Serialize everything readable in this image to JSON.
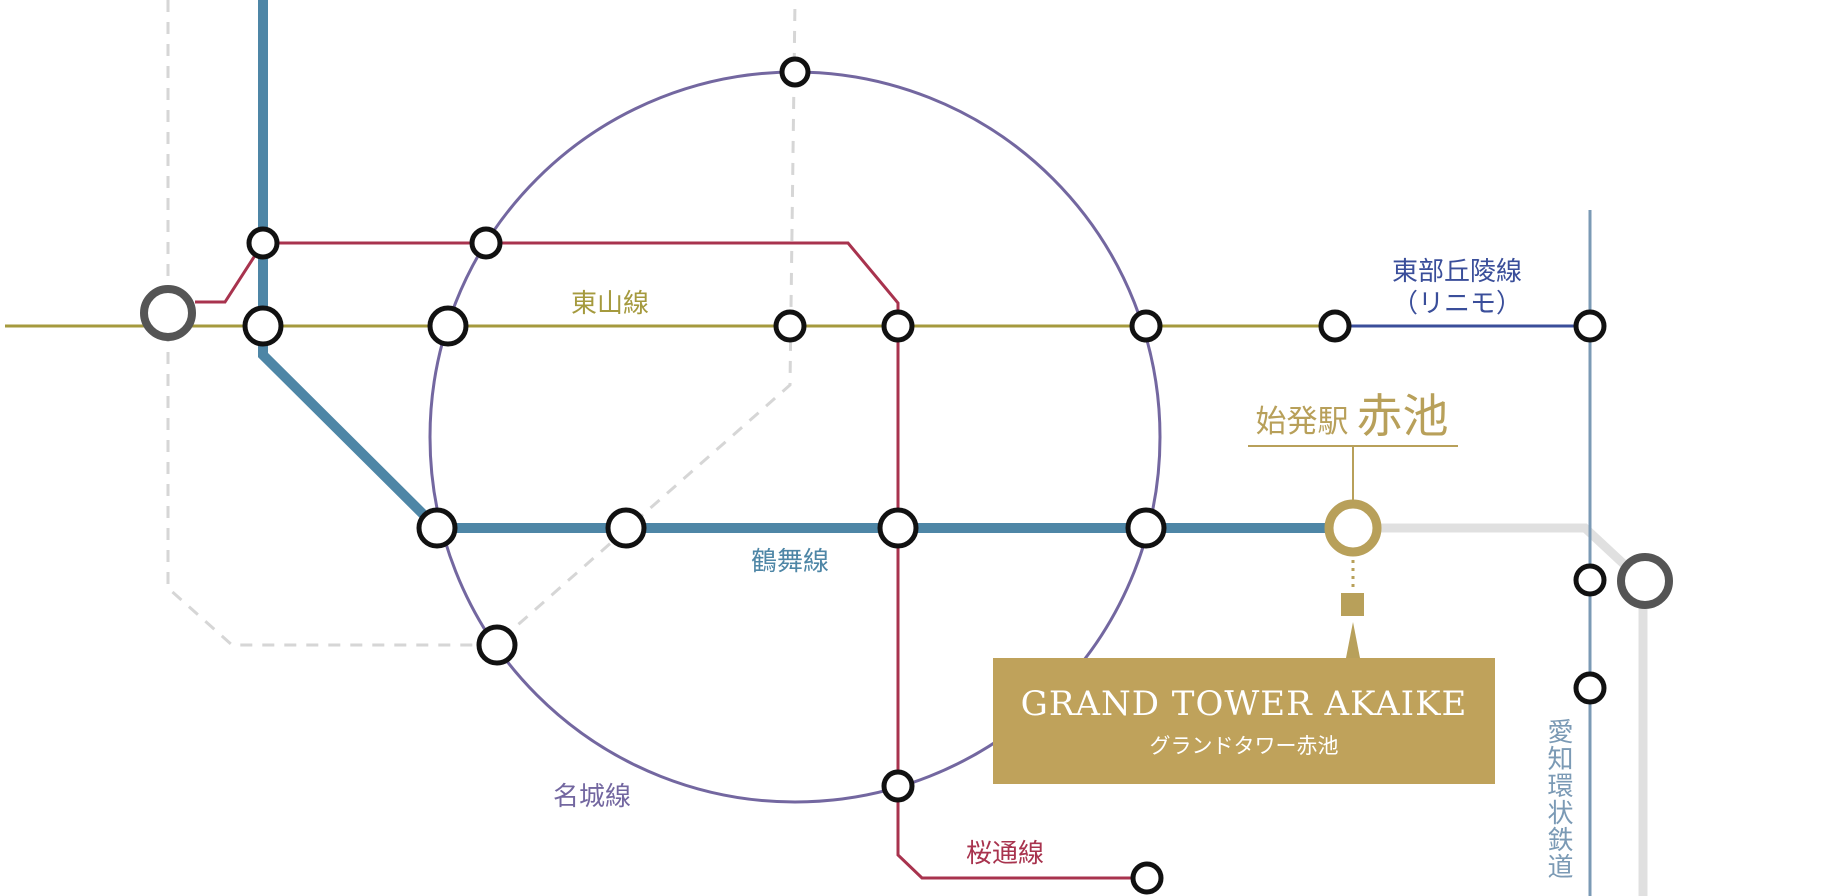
{
  "lines": {
    "higashiyama": {
      "label": "東山線",
      "color": "#a59a3e"
    },
    "tsurumai": {
      "label": "鶴舞線",
      "color": "#4e86a6"
    },
    "meijo": {
      "label": "名城線",
      "color": "#7367a0"
    },
    "sakuradori": {
      "label": "桜通線",
      "color": "#a8334e"
    },
    "tobukyuryo": {
      "label_line1": "東部丘陵線",
      "label_line2": "（リニモ）",
      "color": "#3a4e9a"
    },
    "aichi_kanjo": {
      "label": "愛知環状鉄道",
      "color": "#7b9ab5"
    }
  },
  "start_station": {
    "prefix": "始発駅",
    "name": "赤池",
    "color": "#b8a05a"
  },
  "property": {
    "title": "GRAND TOWER AKAIKE",
    "subtitle": "グランドタワー赤池",
    "box_color": "#bfa25b"
  },
  "colors": {
    "other_lines_solid": "#e0e0e0",
    "other_lines_dashed": "#d6d6d6",
    "terminal_station": "#555555",
    "station_stroke": "#111111"
  }
}
